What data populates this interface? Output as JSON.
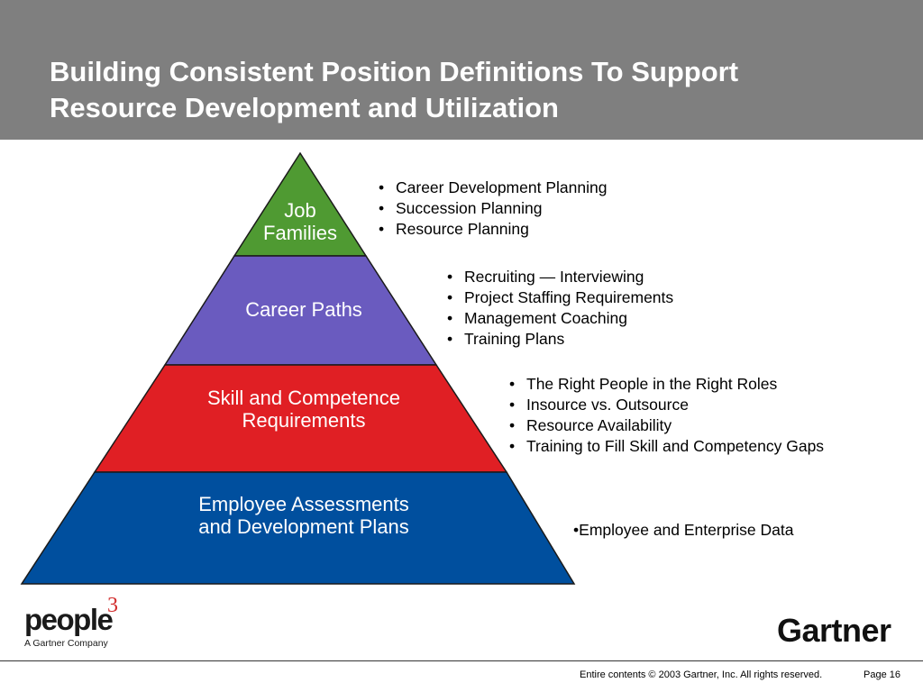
{
  "slide": {
    "title_lines": [
      "Building Consistent Position Definitions To Support",
      "Resource Development and Utilization"
    ]
  },
  "pyramid": {
    "tiers": [
      {
        "label_lines": [
          "Job",
          "Families"
        ],
        "color": "#4f9a32"
      },
      {
        "label_lines": [
          "Career Paths"
        ],
        "color": "#6a5bbf"
      },
      {
        "label_lines": [
          "Skill and Competence",
          "Requirements"
        ],
        "color": "#e01f24"
      },
      {
        "label_lines": [
          "Employee Assessments",
          "and Development Plans"
        ],
        "color": "#004f9e"
      }
    ]
  },
  "bullet_groups": [
    {
      "items": [
        "Career Development Planning",
        "Succession Planning",
        "Resource Planning"
      ]
    },
    {
      "items": [
        "Recruiting — Interviewing",
        "Project Staffing Requirements",
        "Management Coaching",
        "Training Plans"
      ]
    },
    {
      "items": [
        "The Right People in the Right Roles",
        "Insource vs. Outsource",
        "Resource Availability",
        "Training to Fill Skill and Competency Gaps"
      ]
    },
    {
      "items": [
        "Employee and Enterprise Data"
      ]
    }
  ],
  "logos": {
    "people_word": "people",
    "people_superscript": "3",
    "people_tagline": "A Gartner Company",
    "gartner": "Gartner"
  },
  "footer": {
    "copyright": "Entire contents © 2003 Gartner, Inc. All rights reserved.",
    "page": "Page 16"
  }
}
